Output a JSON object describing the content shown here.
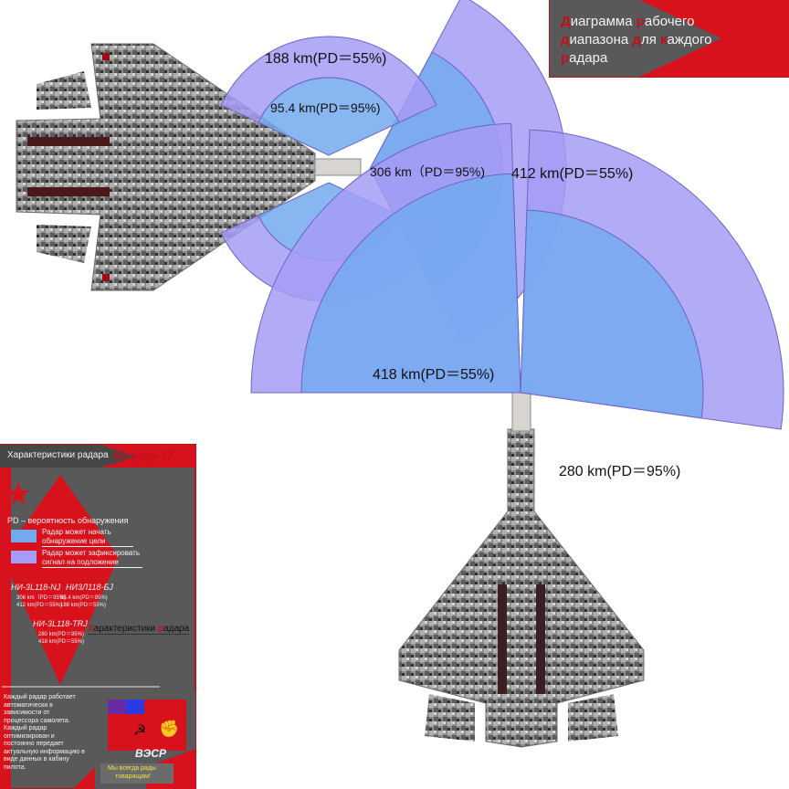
{
  "title": {
    "lines": [
      [
        {
          "cap": "Д",
          "rest": "иаграмма "
        },
        {
          "cap": "р",
          "rest": "абочего"
        }
      ],
      [
        {
          "cap": "д",
          "rest": "иапазона "
        },
        {
          "cap": "д",
          "rest": "ля "
        },
        {
          "cap": "к",
          "rest": "аждого"
        }
      ],
      [
        {
          "cap": "р",
          "rest": "адара"
        }
      ]
    ]
  },
  "top_diagram": {
    "wing_upper_outer": "188 km(PD＝55%)",
    "wing_upper_inner": "95.4 km(PD＝95%)",
    "nose_inner": "306 km（PD＝95%)",
    "nose_outer": "412 km(PD＝55%)"
  },
  "bottom_diagram": {
    "outer": "418 km(PD＝55%)",
    "inner": "280 km(PD＝95%)"
  },
  "colors": {
    "pd55": "#a49cf5",
    "pd95": "#73a9ef",
    "panel_bg": "#595959",
    "accent_red": "#d8121d"
  },
  "panel": {
    "header": "Характеристики радара",
    "aircraft": "Baryoga-57",
    "pd_desc": "PD – вероятность обнаружения",
    "legend_95": "Радар может начать обнаружение цели",
    "legend_55": "Радар может зафиксировать сигнал на подложение",
    "radar_left": "НИ-3L118-NJ",
    "radar_right": "НИ3Л118-БЈ",
    "radar_left_v1": "306 km（PD＝95%)",
    "radar_left_v2": "412 km(PD＝55%)",
    "radar_right_v1": "95.4 km(PD＝95%)",
    "radar_right_v2": "188 km(PD＝55%)",
    "radar_bottom": "НИ-3L118-TRJ",
    "radar_bottom_v1": "280 km(PD＝95%)",
    "radar_bottom_v2": "418 km(PD＝55%)",
    "side_caption_cap": "Х",
    "side_caption_rest": "арактеристики ",
    "side_caption_cap2": "р",
    "side_caption_rest2": "адара",
    "description": [
      "Каждый радар работает",
      "автоматически в",
      "зависимости от",
      "процессора самолета.",
      "Каждый радар",
      "оптимизирован и",
      "постоянно передает",
      "актуальную информацию в",
      "виде данных в кабину",
      "пилота."
    ],
    "org": "ВЭСР",
    "slogan_line1": "Мы всегда рады",
    "slogan_line2": "товарищам!"
  }
}
